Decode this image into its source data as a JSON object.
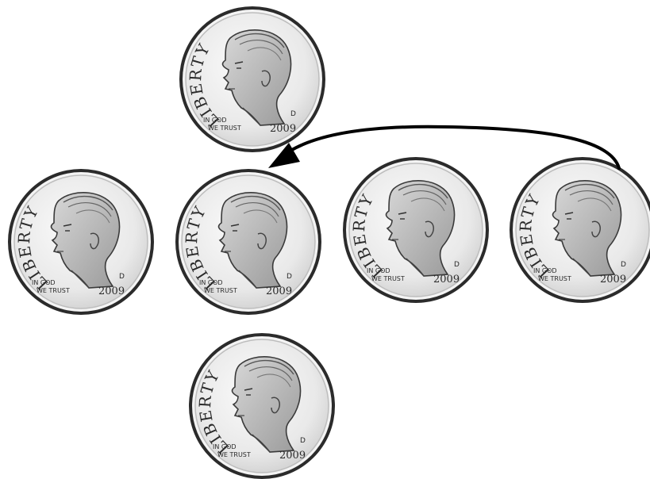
{
  "diagram": {
    "colors": {
      "background": "#ffffff",
      "coin_face": "#eeeeee",
      "coin_rim": "#2b2b2b",
      "engraving": "#3a3a3a",
      "arrow": "#000000"
    },
    "coin_template": {
      "motto": "LIBERTY",
      "inscription_line1": "IN GOD",
      "inscription_line2": "WE TRUST",
      "year": "2009",
      "mint_mark": "D",
      "portrait_icon": "profile-portrait-icon"
    },
    "coins": [
      {
        "id": "coin-top",
        "role": "moved-coin"
      },
      {
        "id": "coin-row-1",
        "role": "row-coin"
      },
      {
        "id": "coin-row-2",
        "role": "row-coin"
      },
      {
        "id": "coin-row-3",
        "role": "row-coin"
      },
      {
        "id": "coin-row-4",
        "role": "row-coin-origin"
      },
      {
        "id": "coin-bottom",
        "role": "column-coin"
      }
    ],
    "arrow": {
      "from": "coin-row-4",
      "to": "coin-row-2",
      "icon": "curved-arrow-icon"
    }
  }
}
